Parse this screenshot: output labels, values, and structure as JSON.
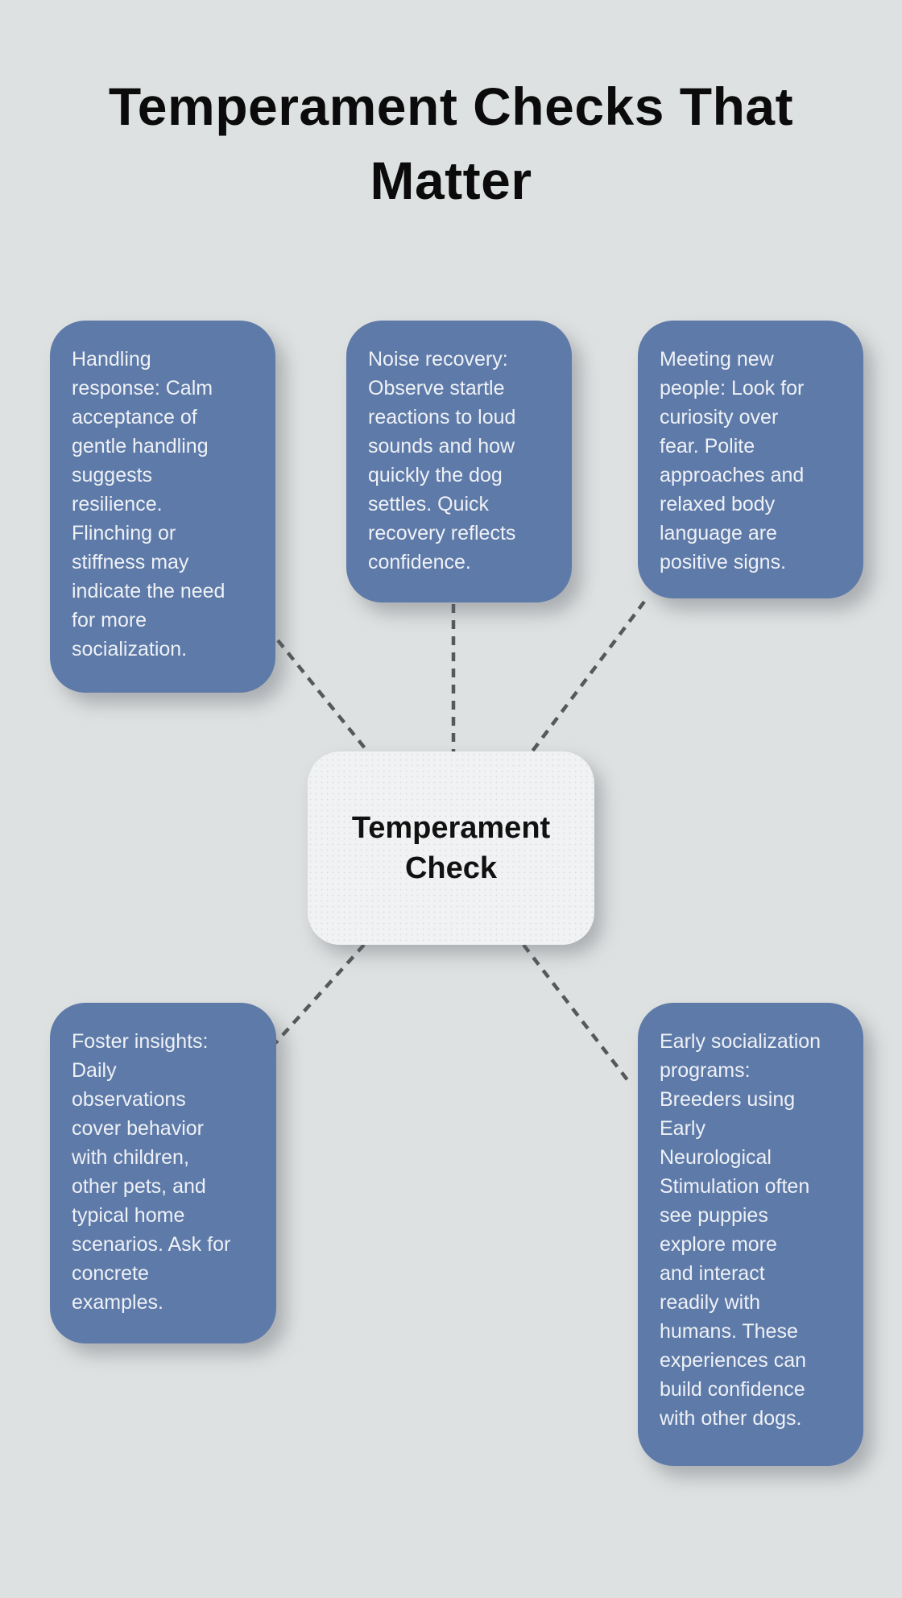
{
  "title": "Temperament Checks That Matter",
  "center": {
    "label": "Temperament Check"
  },
  "nodes": [
    {
      "id": "handling-response",
      "text": "Handling\nresponse: Calm\nacceptance of\ngentle handling\nsuggests\nresilience.\nFlinching or\nstiffness may\nindicate the need\nfor more\nsocialization."
    },
    {
      "id": "noise-recovery",
      "text": "Noise recovery:\nObserve startle\nreactions to loud\nsounds and how\nquickly the dog\nsettles. Quick\nrecovery reflects\nconfidence."
    },
    {
      "id": "meeting-new-people",
      "text": "Meeting new\npeople: Look for\ncuriosity over\nfear. Polite\napproaches and\nrelaxed body\nlanguage are\npositive signs."
    },
    {
      "id": "foster-insights",
      "text": "Foster insights:\nDaily\nobservations\ncover behavior\nwith children,\nother pets, and\ntypical home\nscenarios. Ask for\nconcrete\nexamples."
    },
    {
      "id": "early-socialization-programs",
      "text": "Early socialization\nprograms:\nBreeders using\nEarly\nNeurological\nStimulation often\nsee puppies\nexplore more\nand interact\nreadily with\nhumans. These\nexperiences can\nbuild confidence\nwith other dogs."
    }
  ],
  "colors": {
    "background": "#dee1e1",
    "node_fill": "#5e7aa8",
    "node_text": "#eef1f6",
    "center_fill": "#f1f2f3",
    "center_text": "#111111",
    "title_text": "#0b0b0b",
    "connector": "#56585a"
  }
}
